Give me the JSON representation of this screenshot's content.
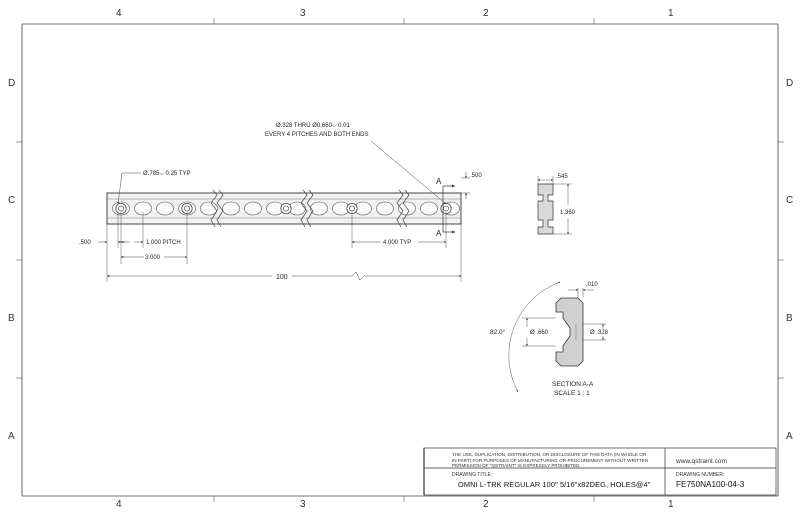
{
  "zones": {
    "columns": [
      "4",
      "3",
      "2",
      "1"
    ],
    "rows": [
      "D",
      "C",
      "B",
      "A"
    ]
  },
  "dimensions": {
    "hole_callout": "Ø.785⌵ 0.25 TYP",
    "thru_callout_1": "Ø.328 THRU  Ø0.660⌵ 0.01",
    "thru_callout_2": "EVERY 4 PITCHES AND BOTH ENDS",
    "end_offset": ".500",
    "pitch": "1.000 PITCH",
    "three_pitch": "3.000",
    "four_typ": "4.000 TYP",
    "overall_length": "100",
    "section_mark": "A",
    "width_top": ".500",
    "profile_width": ".545",
    "profile_height": "1.360",
    "detail_top": ".010",
    "countersink_angle": "82.0°",
    "countersink_dia": "Ø .660",
    "hole_dia": "Ø .328"
  },
  "section_label": {
    "title": "SECTION A-A",
    "scale": "SCALE 1 : 1"
  },
  "title_block": {
    "notice": "THE USE, DUPLICATION, DISTRIBUTION, OR DISCLOSURE OF THIS DATA (IN WHOLE OR IN PART) FOR PURPOSES OF MANUFACTURING OR PROCUREMENT WITHOUT WRITTEN PERMISSION OF \"QSTRAINT\" IS EXPRESSLY PROHIBITED.",
    "website": "www.qstraint.com",
    "drawing_title_label": "DRAWING TITLE:",
    "drawing_title": "OMNI L-TRK REGULAR 100\" 5/16\"x82DEG, HOLES@4\"",
    "drawing_number_label": "DRAWING NUMBER:",
    "drawing_number": "FE750NA100-04-3"
  }
}
